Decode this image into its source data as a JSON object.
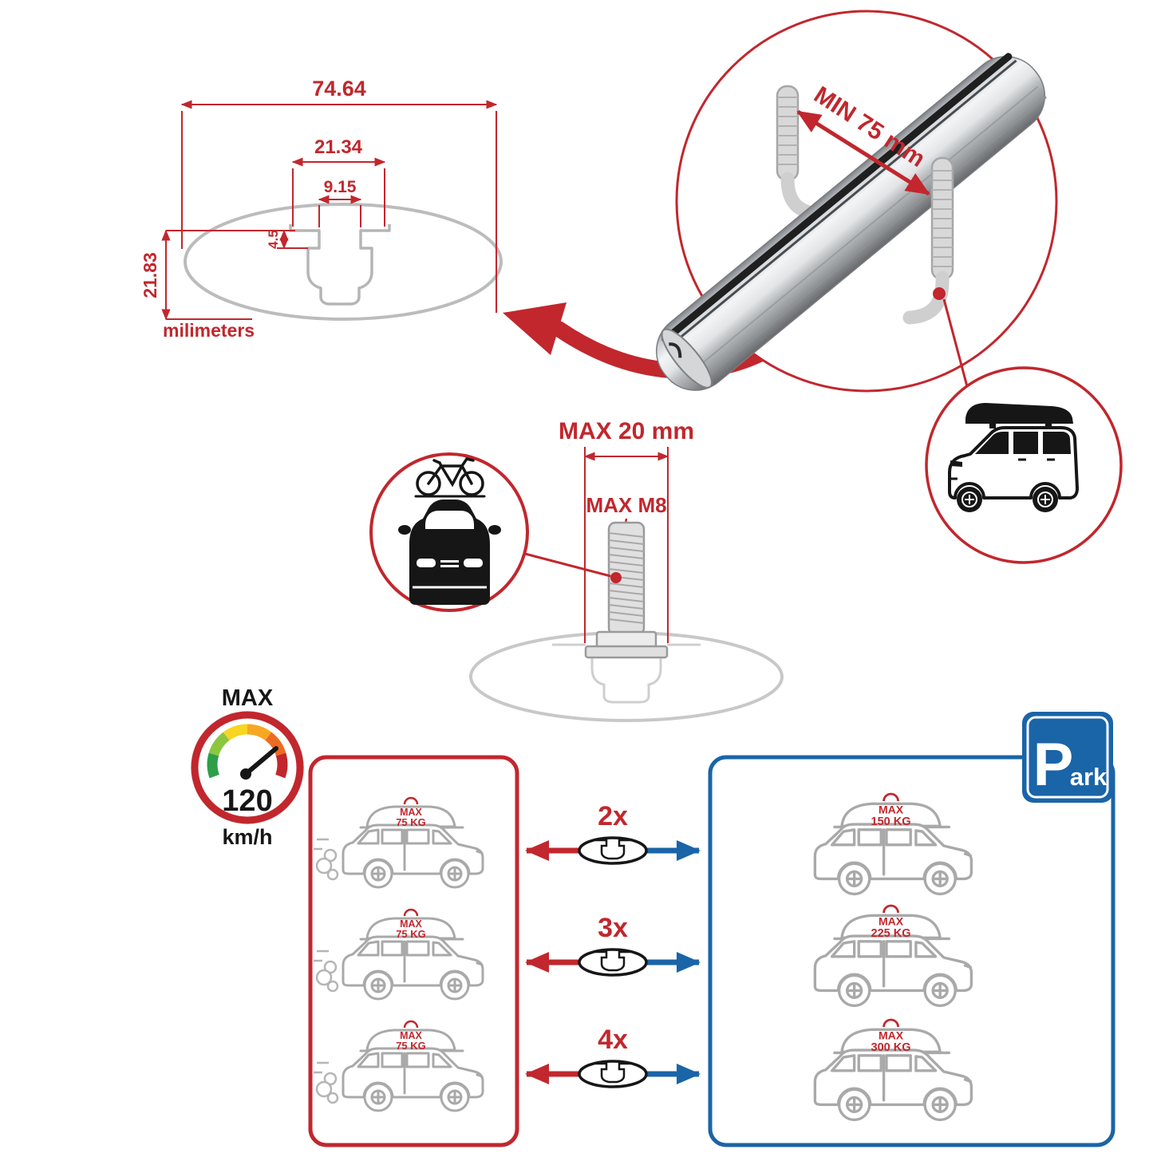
{
  "colors": {
    "red": "#c1272d",
    "blue": "#1a64a8",
    "gray_light": "#bcbcbc",
    "gray_car": "#a9a9a9",
    "black": "#161616"
  },
  "dimension_diagram": {
    "total_width": "74.64",
    "channel_outer_width": "21.34",
    "channel_inner_width": "9.15",
    "lip_depth": "4.5",
    "total_height": "21.83",
    "units_label": "milimeters"
  },
  "bar_closeup": {
    "min_span_label": "MIN 75 mm"
  },
  "bolt_diagram": {
    "max_width_label": "MAX 20 mm",
    "max_thread_label": "MAX M8"
  },
  "speed_limit": {
    "title": "MAX",
    "value": "120",
    "unit": "km/h"
  },
  "capacity": {
    "rows": [
      {
        "count": "2x",
        "moving": {
          "max": "MAX",
          "kg": "75 KG"
        },
        "parked": {
          "max": "MAX",
          "kg": "150 KG"
        }
      },
      {
        "count": "3x",
        "moving": {
          "max": "MAX",
          "kg": "75 KG"
        },
        "parked": {
          "max": "MAX",
          "kg": "225 KG"
        }
      },
      {
        "count": "4x",
        "moving": {
          "max": "MAX",
          "kg": "75 KG"
        },
        "parked": {
          "max": "MAX",
          "kg": "300 KG"
        }
      }
    ]
  },
  "park_sign": {
    "p": "P",
    "ark": "ark"
  }
}
